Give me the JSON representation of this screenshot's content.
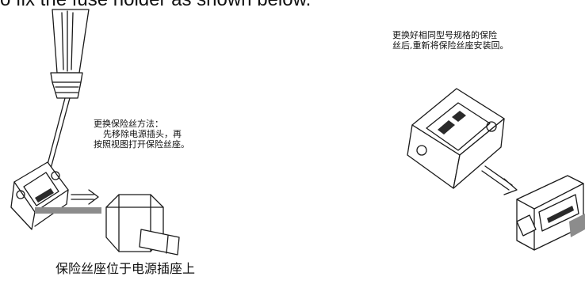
{
  "header": {
    "text": "o fix the fuse holder as shown below."
  },
  "notes": {
    "left": [
      "更换保险丝方法：",
      "先移除电源插头，再",
      "按照视图打开保险丝座。"
    ],
    "right": [
      "更换好相同型号规格的保险",
      "丝后,重新将保险丝座安装回。"
    ]
  },
  "caption": "保险丝座位于电源插座上"
}
